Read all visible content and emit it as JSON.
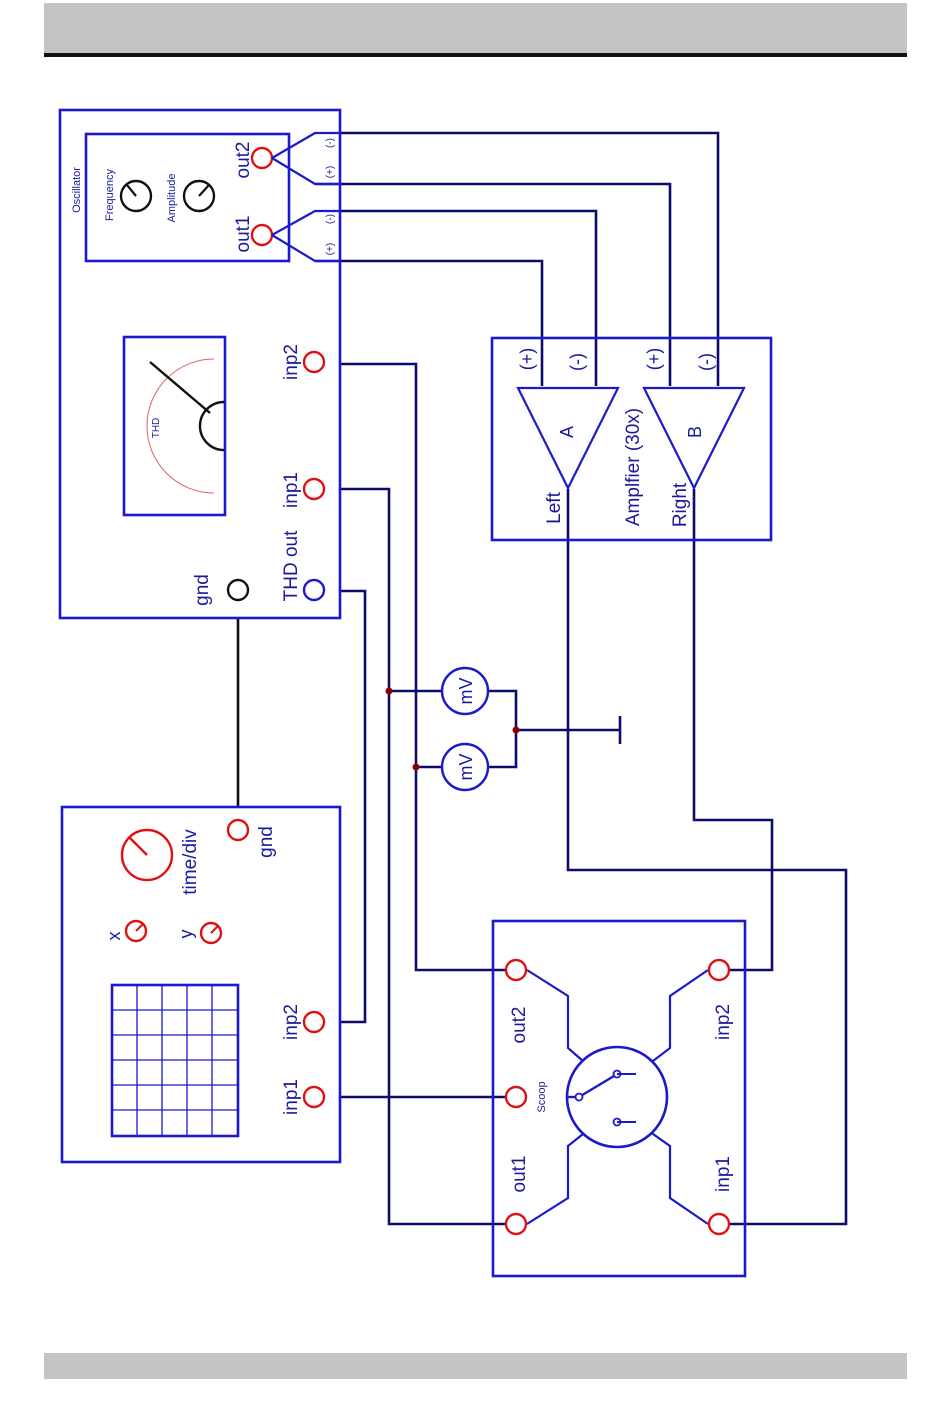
{
  "oscillator": {
    "title": "Oscillator",
    "frequency_label": "Frequency",
    "amplitude_label": "Amplitude",
    "out1_label": "out1",
    "out2_label": "out2",
    "plus_label": "(+)",
    "minus_label": "(-)"
  },
  "thd_meter": {
    "meter_label": "THD",
    "inp1_label": "inp1",
    "inp2_label": "inp2",
    "thd_out_label": "THD out",
    "gnd_label": "gnd"
  },
  "amplifier": {
    "title": "Amplfier (30x)",
    "plus_label": "(+)",
    "minus_label": "(-)",
    "channel_a_label": "A",
    "channel_b_label": "B",
    "left_label": "Left",
    "right_label": "Right"
  },
  "millivoltmeters": {
    "unit_label": "mV"
  },
  "oscilloscope": {
    "x_label": "x",
    "y_label": "y",
    "time_div_label": "time/div",
    "gnd_label": "gnd",
    "inp1_label": "inp1",
    "inp2_label": "inp2"
  },
  "scope_switch": {
    "center_label": "Scoop",
    "out1_label": "out1",
    "out2_label": "out2",
    "inp1_label": "inp1",
    "inp2_label": "inp2"
  },
  "colors": {
    "block_outline": "#1a1acc",
    "wire": "#0c0c6e",
    "jack": "#e01010",
    "junction": "#8b0000",
    "header_bar": "#c4c4c4"
  }
}
